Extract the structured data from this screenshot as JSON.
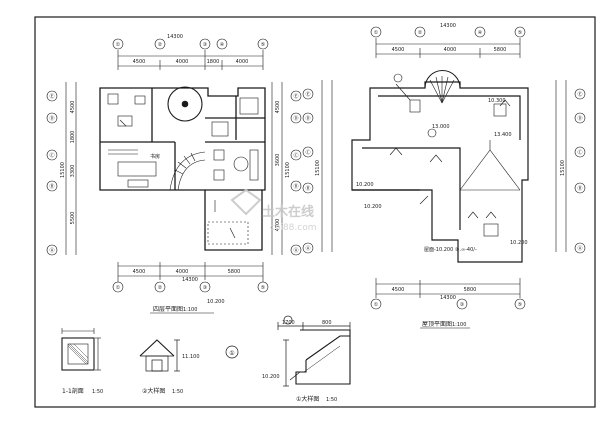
{
  "colors": {
    "ink": "#1a1a1a",
    "watermark": "#c8c8c8"
  },
  "plan_left": {
    "title": "四层平面图",
    "scale": "1:100",
    "top_total": "14300",
    "top_dims": [
      "4500",
      "4000",
      "1800",
      "4000"
    ],
    "bottom_total": "14300",
    "bottom_dims": [
      "4500",
      "4000",
      "5800"
    ],
    "left_total": "15100",
    "left_dims": [
      "4500",
      "1800",
      "3300",
      "5500"
    ],
    "right_total": "15100",
    "right_dims": [
      "4500",
      "3600",
      "4700"
    ],
    "axes_top": [
      "①",
      "②",
      "③",
      "④",
      "⑤"
    ],
    "axes_bottom": [
      "①",
      "②",
      "③",
      "⑤"
    ],
    "axes_side": [
      "Ⓐ",
      "Ⓑ",
      "Ⓒ",
      "Ⓓ",
      "Ⓔ"
    ],
    "room_labels": [
      "书房"
    ],
    "level_mark": "10.200"
  },
  "plan_right": {
    "title": "屋顶平面图",
    "scale": "1:100",
    "top_total": "14300",
    "top_dims": [
      "4500",
      "4000",
      "5800"
    ],
    "bottom_total": "14300",
    "bottom_dims": [
      "4500",
      "5800"
    ],
    "left_total": "15100",
    "right_total": "15100",
    "axes_top": [
      "①",
      "②",
      "④",
      "⑤"
    ],
    "axes_bottom": [
      "①",
      "③",
      "⑤"
    ],
    "axes_side": [
      "Ⓐ",
      "Ⓑ",
      "Ⓒ",
      "Ⓓ",
      "Ⓔ"
    ],
    "levels": [
      "10.300",
      "13.000",
      "13.400",
      "10.200",
      "10.200",
      "10.200"
    ],
    "note": "屋面-10.200 ②.∞-40/-"
  },
  "details": {
    "section_label": "1-1剖面",
    "section_scale": "1:50",
    "detail2_label": "②大样图",
    "detail2_scale": "1:50",
    "detail2_level": "11.100",
    "detail1_marker": "①",
    "detail1_label": "①大样图",
    "detail1_scale": "1:50",
    "detail1_dims": [
      "1700",
      "800"
    ],
    "detail1_level": "10.200"
  },
  "watermark": {
    "brand": "土木在线",
    "url": "coi88.com"
  }
}
